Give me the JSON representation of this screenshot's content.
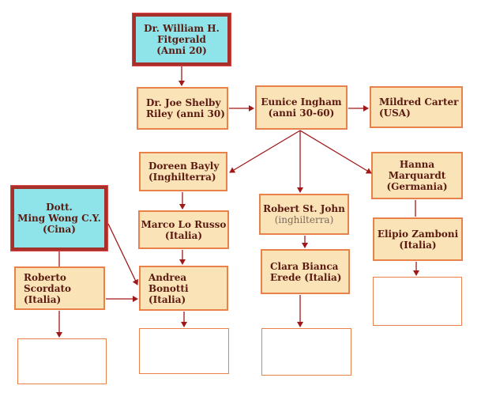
{
  "nodes": {
    "fitgerald": "Dr. William H.\nFitgerald\n(Anni 20)",
    "riley": "Dr.  Joe Shelby\nRiley (anni 30)",
    "ingham": "Eunice Ingham\n(anni 30-60)",
    "carter": "Mildred Carter\n(USA)",
    "bayly": "Doreen Bayly\n(Inghilterra)",
    "stjohn_name": "Robert St. John",
    "stjohn_country": "(inghilterra)",
    "marquardt": "Hanna\nMarquardt\n(Germania)",
    "wong": "Dott.\nMing Wong C.Y.\n(Cina)",
    "russo": "Marco Lo Russo\n(Italia)",
    "erede": "Clara Bianca\nErede (Italia)",
    "zamboni": "Elipio Zamboni\n(Italia)",
    "scordato": "Roberto Scordato\n(Italia)",
    "bonotti": "Andrea Bonotti\n(Italia)"
  },
  "colors": {
    "node_fill": "#fbe3b8",
    "node_border": "#e8824a",
    "root_fill": "#8fe4ea",
    "root_border": "#a8302a",
    "link": "#a01818",
    "text": "#5a1a10"
  }
}
